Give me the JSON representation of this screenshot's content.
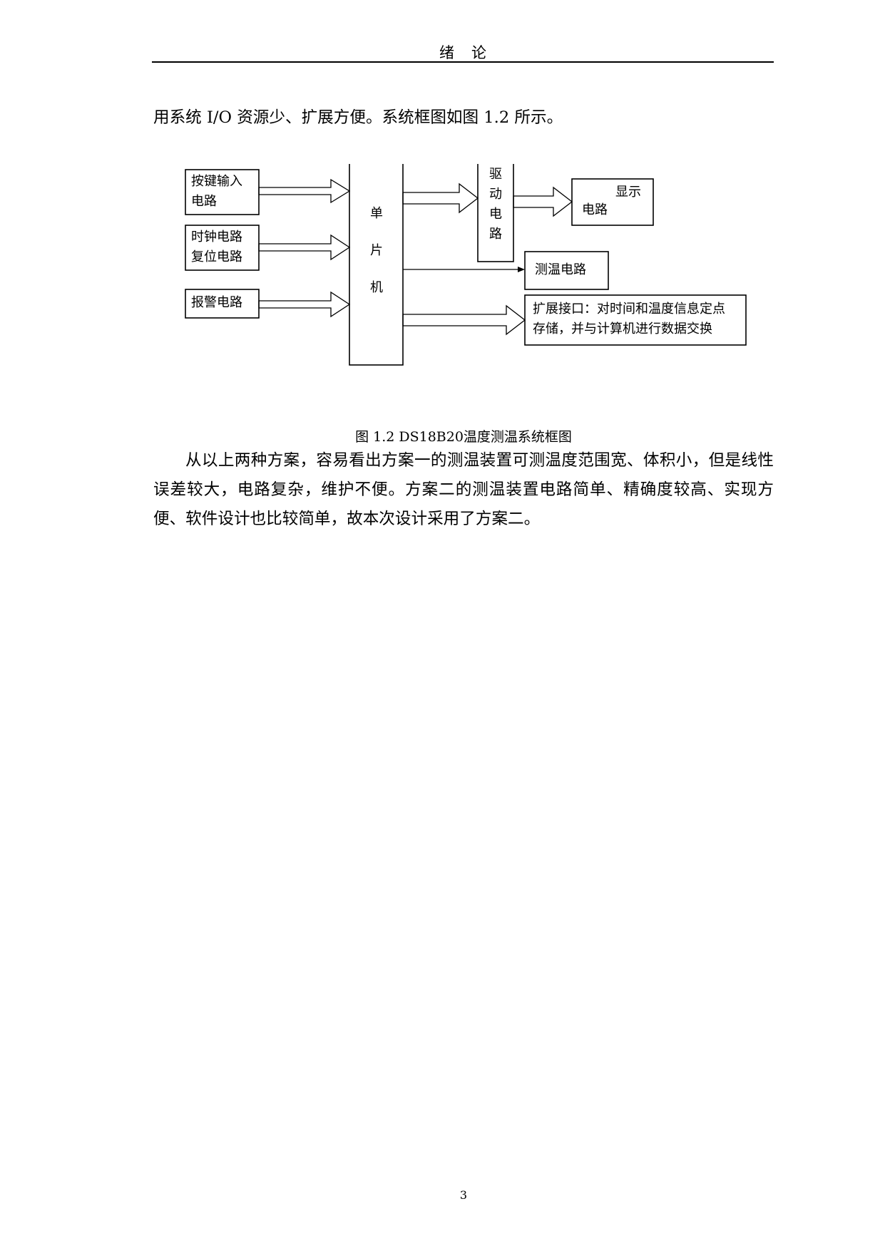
{
  "header": {
    "title_left": "绪",
    "title_right": "论"
  },
  "paragraph_1": "用系统 I/O 资源少、扩展方便。系统框图如图  1.2 所示。",
  "diagram": {
    "key_input": "按键输入电路",
    "clock_reset": "时钟电路复位电路",
    "alarm": "报警电路",
    "mcu": "单片机",
    "driver": "驱动电路",
    "display_line1": "显示",
    "display_line2": "电路",
    "temp_measure": "测温电路",
    "expansion_line1": "扩展接口：对时间和温度信息定点",
    "expansion_line2": "存储，并与计算机进行数据交换"
  },
  "caption": "图 1.2 DS18B20温度测温系统框图",
  "paragraph_2": "从以上两种方案，容易看出方案一的测温装置可测温度范围宽、体积小，但是线性误差较大，电路复杂，维护不便。方案二的测温装置电路简单、精确度较高、实现方便、软件设计也比较简单，故本次设计采用了方案二。",
  "page_number": "3"
}
